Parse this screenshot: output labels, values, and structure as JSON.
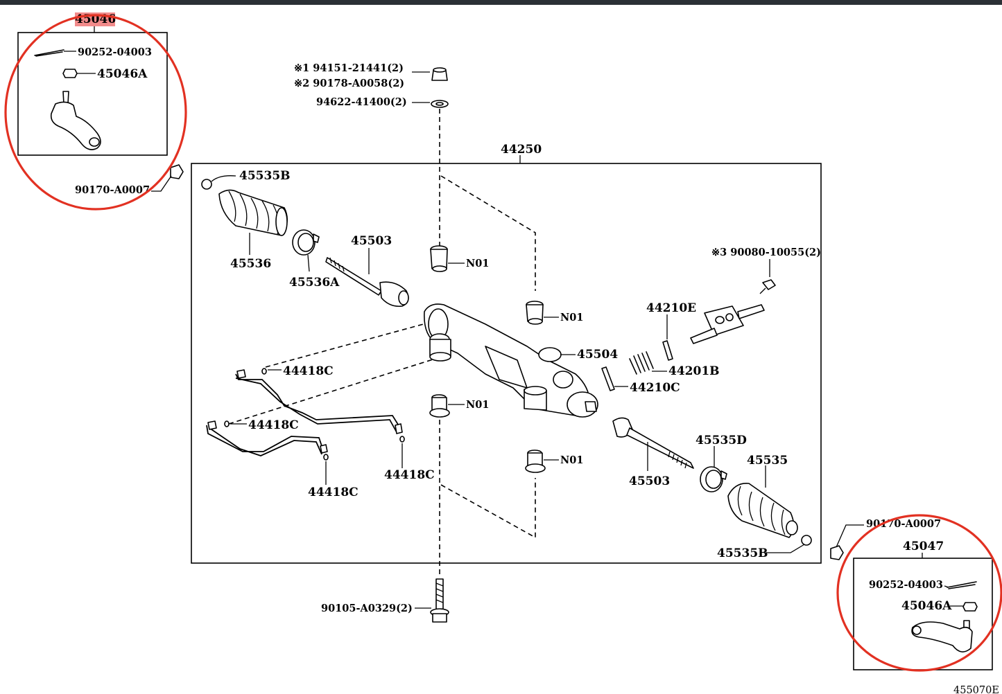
{
  "highlight_color": "#e23122",
  "highlight_fill": "#f28b8b",
  "left_tie_rod": {
    "title": "45046",
    "cotter_pin": "90252-04003",
    "nut": "45046A",
    "outer_nut": "90170-A0007"
  },
  "right_tie_rod": {
    "title": "45047",
    "cotter_pin": "90252-04003",
    "nut": "45046A",
    "outer_nut": "90170-A0007"
  },
  "top_fasteners": {
    "nut1": "※1 94151-21441(2)",
    "nut2": "※2 90178-A0058(2)",
    "washer": "94622-41400(2)"
  },
  "bolt": "90105-A0329(2)",
  "gear_assembly": "44250",
  "parts": {
    "boot_clamp_left": "45535B",
    "boot_left": "45536",
    "boot_band_left": "45536A",
    "rack_end_left": "45503",
    "bushing_1": "N01",
    "bushing_2": "N01",
    "bushing_3": "N01",
    "bushing_4": "N01",
    "valve_bolt": "※3 90080-10055(2)",
    "seal_e": "44210E",
    "cap": "45504",
    "seal_b": "44201B",
    "seal_c": "44210C",
    "oring_1": "44418C",
    "oring_2": "44418C",
    "oring_3": "44418C",
    "oring_4": "44418C",
    "rack_end_right": "45503",
    "boot_band_right": "45535D",
    "boot_right": "45535",
    "boot_clamp_right": "45535B"
  },
  "figure_code": "455070E"
}
